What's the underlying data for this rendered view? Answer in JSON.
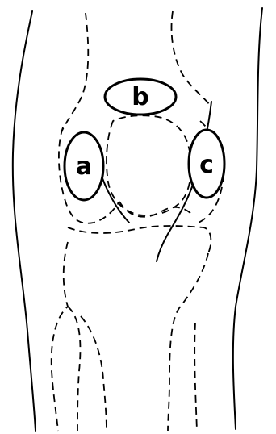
{
  "labels": {
    "a": "a",
    "b": "b",
    "c": "c"
  }
}
